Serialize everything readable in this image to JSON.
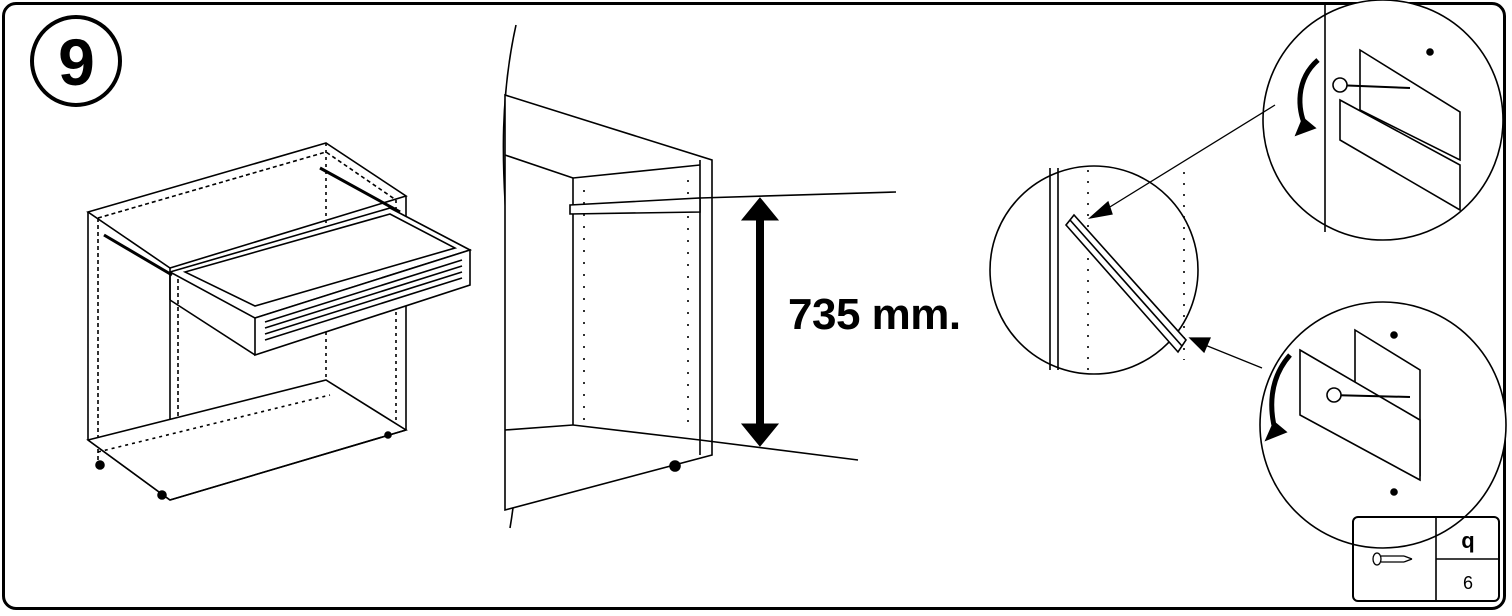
{
  "step": {
    "number": "9"
  },
  "measurement": {
    "label": "735 mm."
  },
  "parts": {
    "header": "q",
    "items": [
      {
        "icon": "screw-icon",
        "quantity": "6"
      }
    ]
  },
  "colors": {
    "ink": "#000000",
    "paper": "#ffffff",
    "dotted": "#000000"
  }
}
